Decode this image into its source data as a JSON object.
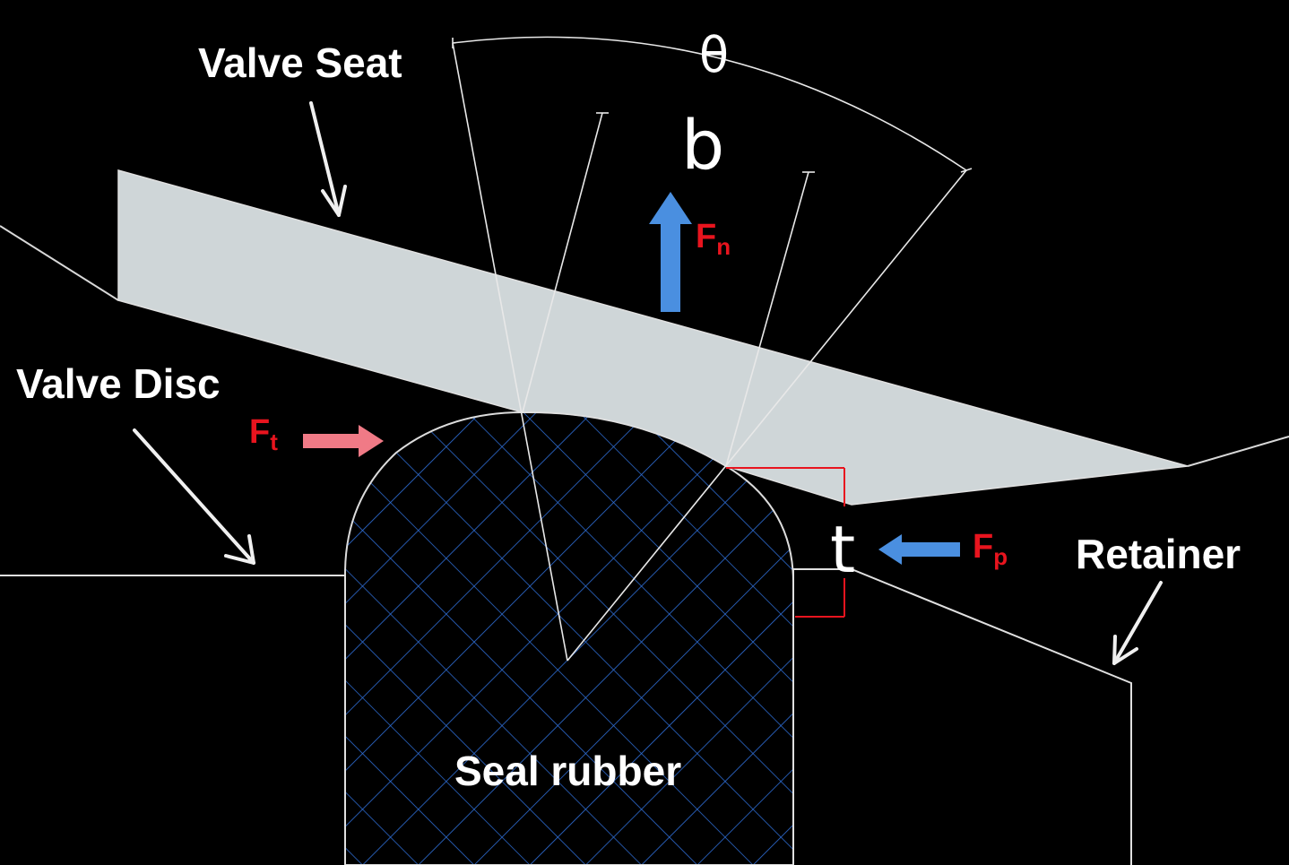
{
  "labels": {
    "valve_seat": "Valve Seat",
    "valve_disc": "Valve Disc",
    "retainer": "Retainer",
    "seal_rubber": "Seal rubber"
  },
  "symbols": {
    "theta": "θ",
    "b": "b",
    "t": "t"
  },
  "forces": {
    "fn": {
      "main": "F",
      "sub": "n"
    },
    "ft": {
      "main": "F",
      "sub": "t"
    },
    "fp": {
      "main": "F",
      "sub": "p"
    }
  },
  "colors": {
    "background": "#000000",
    "seat_fill": "#cfd6d8",
    "outline": "#e8e8e8",
    "hatch": "#2f6fd8",
    "force_blue": "#4a8fe0",
    "force_pink": "#f07a86",
    "force_label": "#e8141e",
    "dimension_red": "#e8141e"
  }
}
